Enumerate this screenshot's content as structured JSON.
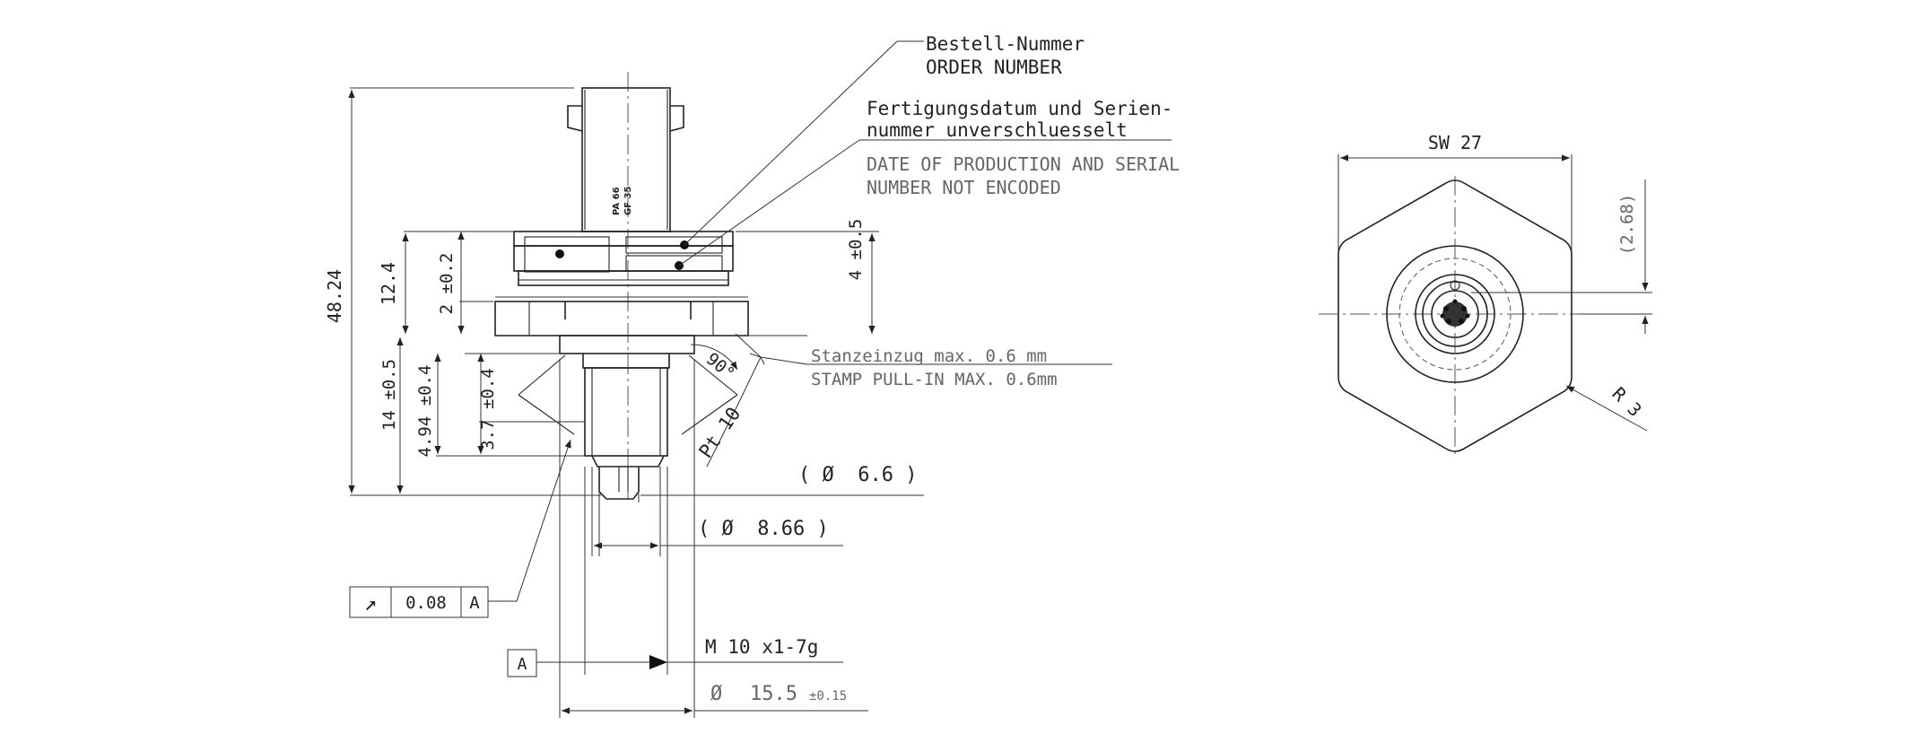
{
  "labels": {
    "order_de": "Bestell-Nummer",
    "order_en": "ORDER NUMBER",
    "date_de_1": "Fertigungsdatum und Serien-",
    "date_de_2": "nummer unverschluesselt",
    "date_en_1": "DATE OF PRODUCTION AND SERIAL",
    "date_en_2": "NUMBER NOT ENCODED",
    "stamp_de": "Stanzeinzug max. 0.6 mm",
    "stamp_en": "STAMP PULL-IN MAX. 0.6mm",
    "part_mark_1": "PA 66",
    "part_mark_2": "GF 35"
  },
  "dimensions": {
    "overall_height": "48.24",
    "upper_height": "12.4",
    "collar": "2 ±0.2",
    "recess_depth": "4 ±0.5",
    "thread_length": "14 ±0.5",
    "seat_height": "4.94 ±0.4",
    "seat_step": "3.7 ±0.4",
    "chamfer_angle": "90°",
    "roughness": "Pt 10",
    "pin_dia": "( Ø  6.6 )",
    "thread_core_dia": "( Ø  8.66 )",
    "thread": "M 10 x1-7g",
    "flange_dia_sym": "Ø",
    "flange_dia": "15.5",
    "flange_tol": "±0.15",
    "across_flats": "SW 27",
    "offset": "(2.68)",
    "corner_radius": "R 3"
  },
  "tolerance_frame": {
    "symbol": "↗",
    "value": "0.08",
    "datum": "A"
  },
  "datum_label": "A"
}
